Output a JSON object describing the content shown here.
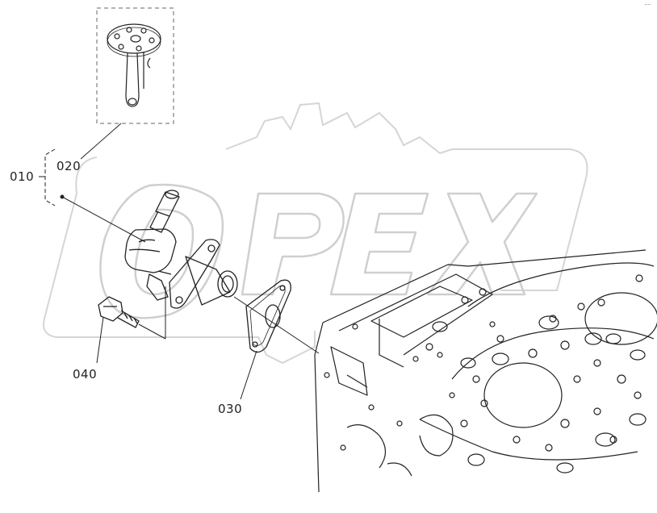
{
  "callouts": {
    "c010": "010",
    "c020": "020",
    "c030": "030",
    "c040": "040"
  },
  "watermark": {
    "text": "OPEX",
    "color": "#d9d9d9"
  },
  "corner_mark": "⁻⁻",
  "colors": {
    "line": "#222222",
    "watermark": "#d9d9d9",
    "background": "#ffffff"
  }
}
